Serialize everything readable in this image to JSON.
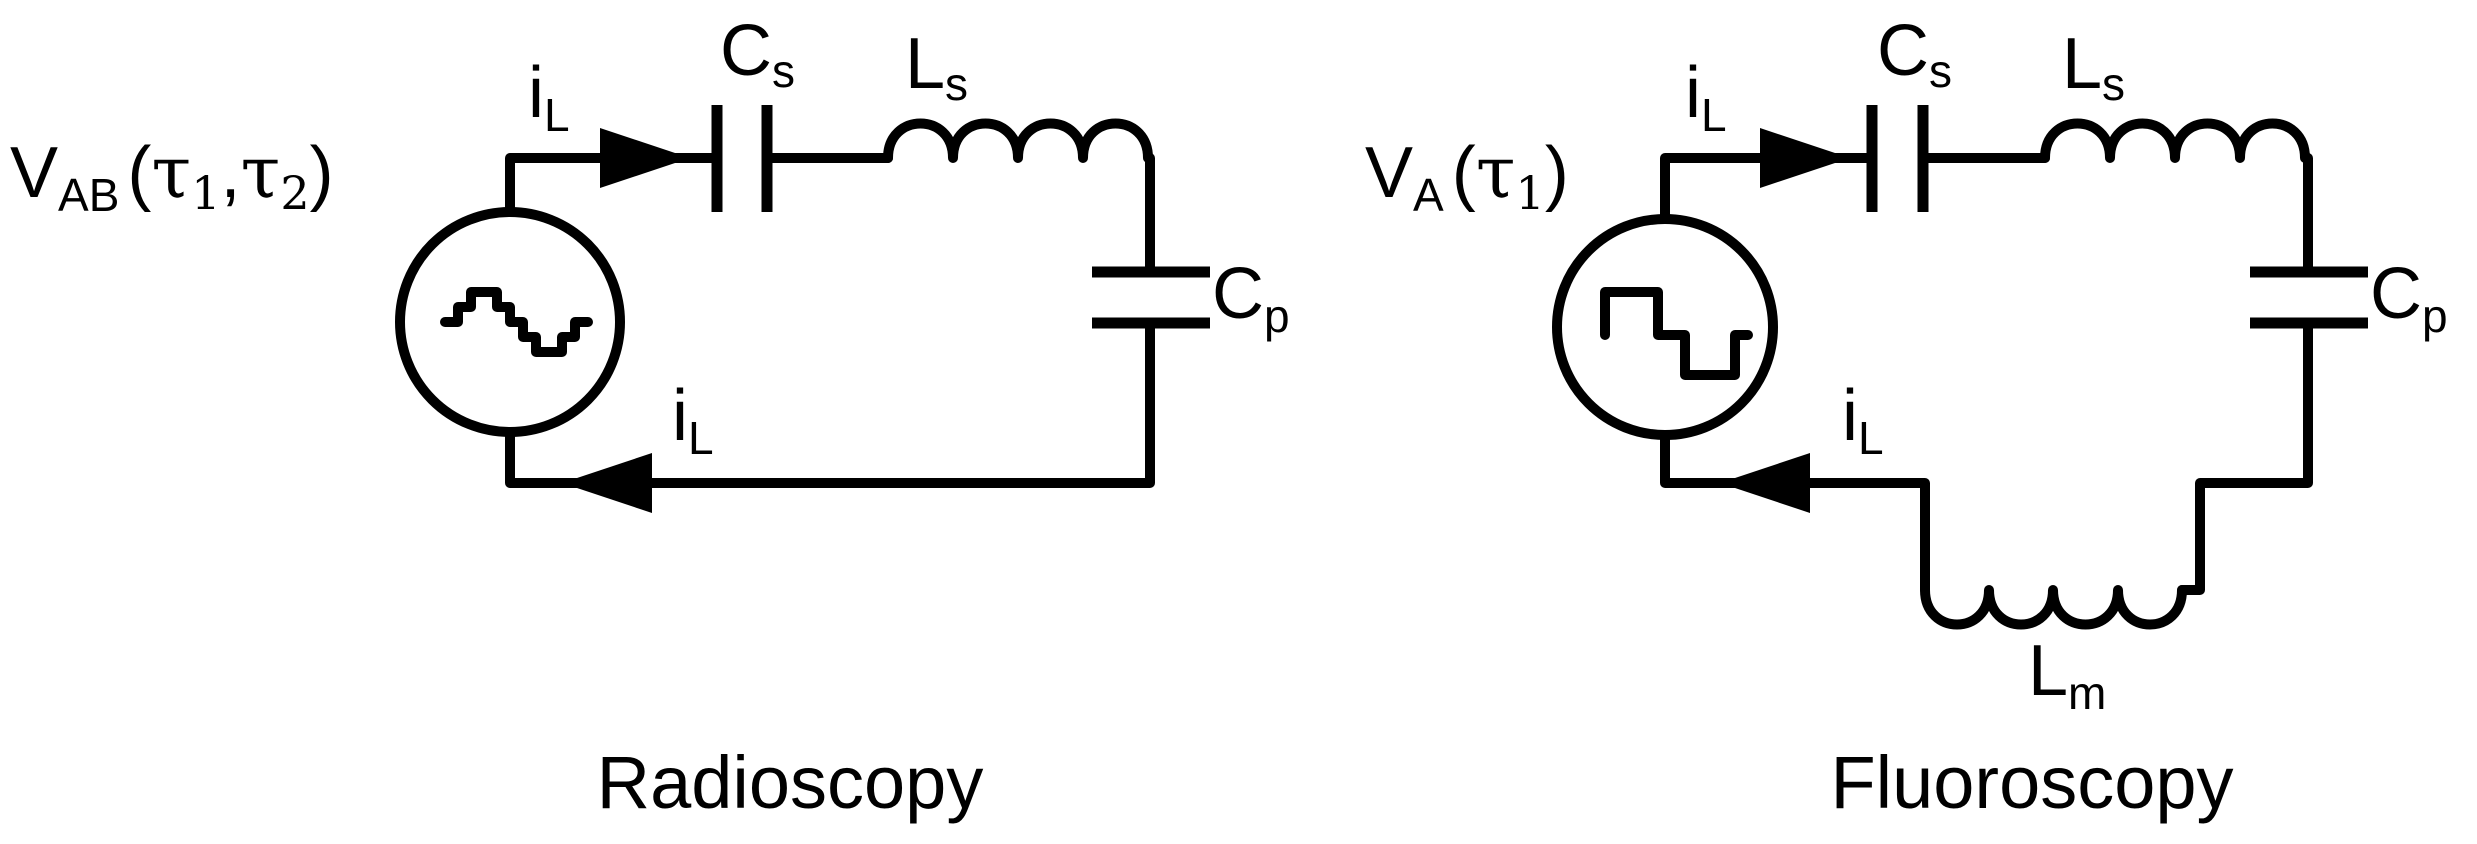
{
  "left_circuit": {
    "source_label": "V",
    "source_subscript": "AB",
    "source_args_open": "(",
    "tau1": "τ",
    "tau1_sub": "1",
    "comma": ",",
    "tau2": "τ",
    "tau2_sub": "2",
    "source_args_close": ")",
    "current_top": "i",
    "current_top_sub": "L",
    "current_bottom": "i",
    "current_bottom_sub": "L",
    "series_cap": "C",
    "series_cap_sub": "s",
    "series_ind": "L",
    "series_ind_sub": "s",
    "parallel_cap": "C",
    "parallel_cap_sub": "p",
    "caption": "Radioscopy"
  },
  "right_circuit": {
    "source_label": "V",
    "source_subscript": "A",
    "source_args_open": "(",
    "tau1": "τ",
    "tau1_sub": "1",
    "source_args_close": ")",
    "current_top": "i",
    "current_top_sub": "L",
    "current_bottom": "i",
    "current_bottom_sub": "L",
    "series_cap": "C",
    "series_cap_sub": "s",
    "series_ind": "L",
    "series_ind_sub": "s",
    "parallel_cap": "C",
    "parallel_cap_sub": "p",
    "magnetizing_ind": "L",
    "magnetizing_ind_sub": "m",
    "caption": "Fluoroscopy"
  }
}
